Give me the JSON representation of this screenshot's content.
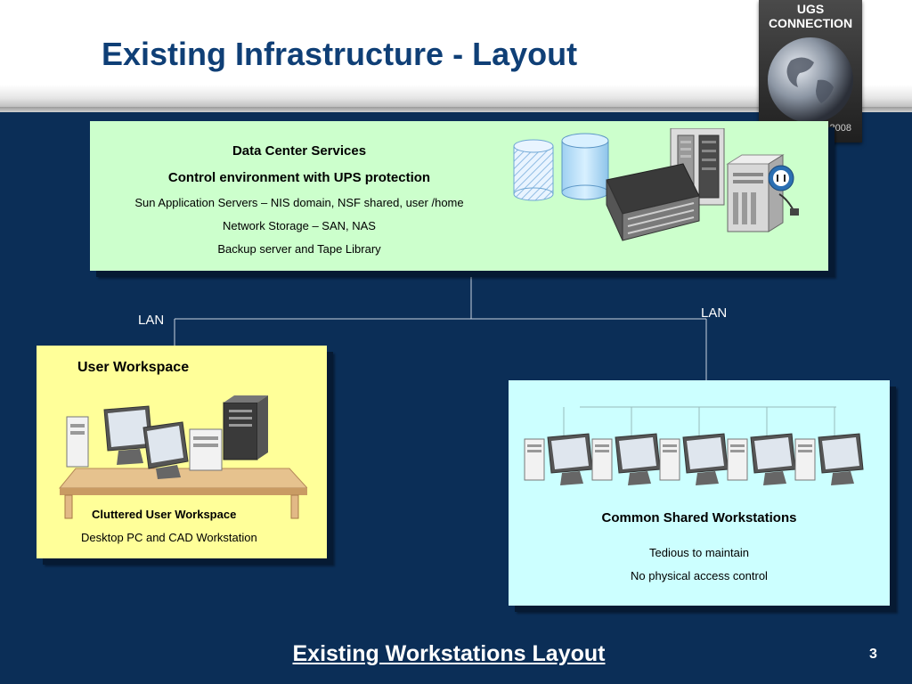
{
  "slide": {
    "title": "Existing Infrastructure - Layout",
    "caption": "Existing Workstations Layout",
    "page_number": "3"
  },
  "logo": {
    "line1": "UGS",
    "line2": "CONNECTION",
    "year": "2008"
  },
  "data_center": {
    "heading": "Data Center Services",
    "subheading": "Control environment with UPS protection",
    "lines": [
      "Sun Application  Servers – NIS domain, NSF shared, user /home",
      "Network Storage – SAN, NAS",
      "Backup server and Tape Library"
    ],
    "icons": [
      "database-icon",
      "server-rack-icon",
      "tape-library-icon",
      "power-plug-icon"
    ]
  },
  "user_workspace": {
    "heading": "User Workspace",
    "caption": "Cluttered User Workspace",
    "description": "Desktop PC and CAD Workstation",
    "icons": [
      "desktop-pc-icon",
      "monitor-icon",
      "server-tower-icon",
      "desk-icon"
    ]
  },
  "shared_workstations": {
    "heading": "Common Shared Workstations",
    "lines": [
      "Tedious to maintain",
      "No physical access control"
    ],
    "workstation_count": 5
  },
  "network": {
    "left_label": "LAN",
    "right_label": "LAN"
  },
  "colors": {
    "background": "#0b2e57",
    "title": "#0f3f76",
    "data_center_panel": "#ccffcc",
    "user_workspace_panel": "#ffff99",
    "shared_panel": "#ccffff"
  }
}
